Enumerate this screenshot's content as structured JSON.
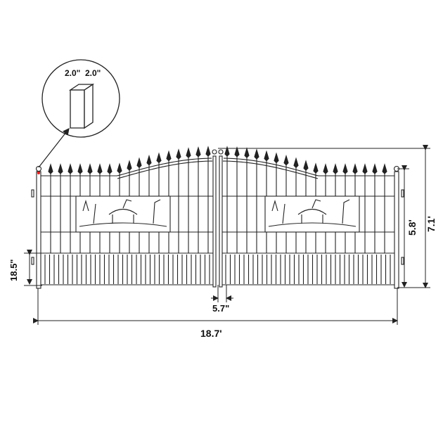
{
  "colors": {
    "line": "#222222",
    "marker": "#e02020"
  },
  "inset": {
    "post_width_label": "2.0\"",
    "post_depth_label": "2.0\""
  },
  "dimensions": {
    "total_width": "18.7'",
    "total_height": "7.1'",
    "side_height": "5.8'",
    "bottom_panel_height": "18.5\"",
    "center_gap": "5.7\""
  }
}
